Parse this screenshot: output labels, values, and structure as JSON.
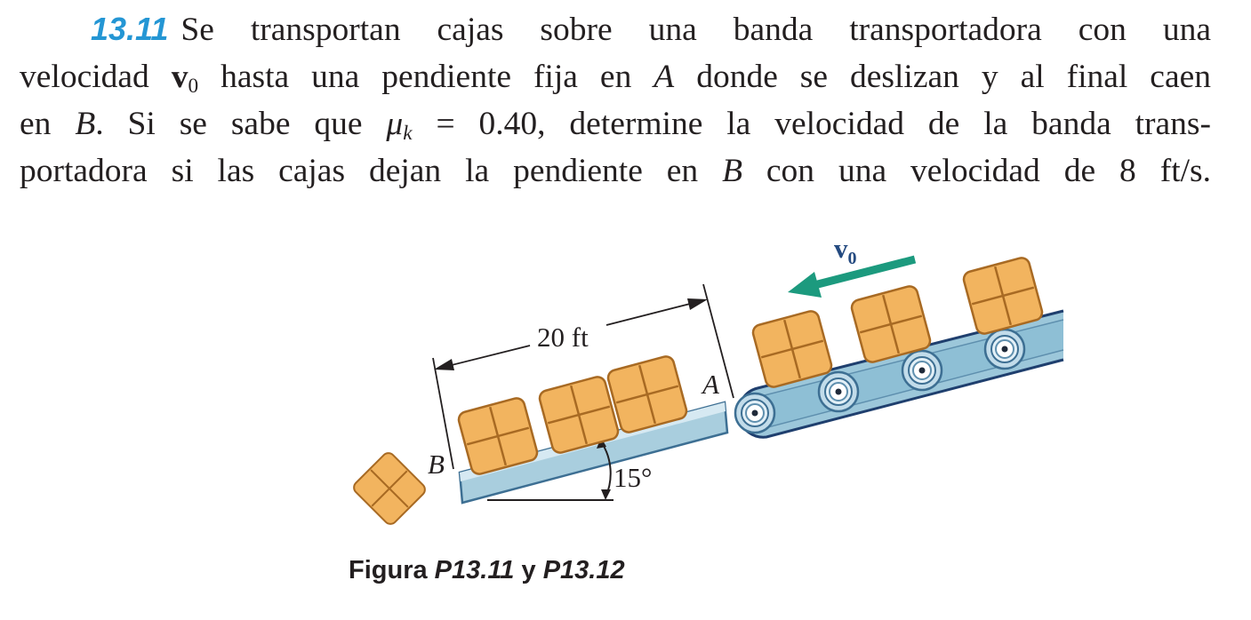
{
  "problem": {
    "number": "13.11",
    "line1_text": "Se transportan cajas sobre una banda transportadora con una",
    "line2_a": "velocidad ",
    "line2_v": "v",
    "line2_sub": "0",
    "line2_b": " hasta una pendiente fija en ",
    "line2_A": "A",
    "line2_c": " donde se deslizan y al final caen",
    "line3_a": "en ",
    "line3_B": "B",
    "line3_b": ". Si se sabe que ",
    "line3_mu": "μ",
    "line3_mu_sub": "k",
    "line3_c": " = 0.40, determine la velocidad de la banda trans-",
    "line4_a": "portadora si las cajas dejan la pendiente en ",
    "line4_B": "B",
    "line4_b": " con una velocidad de 8 ft/s."
  },
  "figure": {
    "velocity_label": "v",
    "velocity_sub": "0",
    "length_label": "20 ft",
    "angle_label": "15°",
    "point_a": "A",
    "point_b": "B",
    "colors": {
      "arrow": "#1c9a7e",
      "box_fill": "#f2b45f",
      "box_stroke": "#a86a23",
      "belt": "#9cc7da",
      "belt_dark": "#5e8fae",
      "roller": "#c2dcea",
      "dark_blue": "#244a80"
    }
  },
  "caption": {
    "prefix": "Figura ",
    "ref1": "P13.11",
    "mid": " y ",
    "ref2": "P13.12"
  }
}
